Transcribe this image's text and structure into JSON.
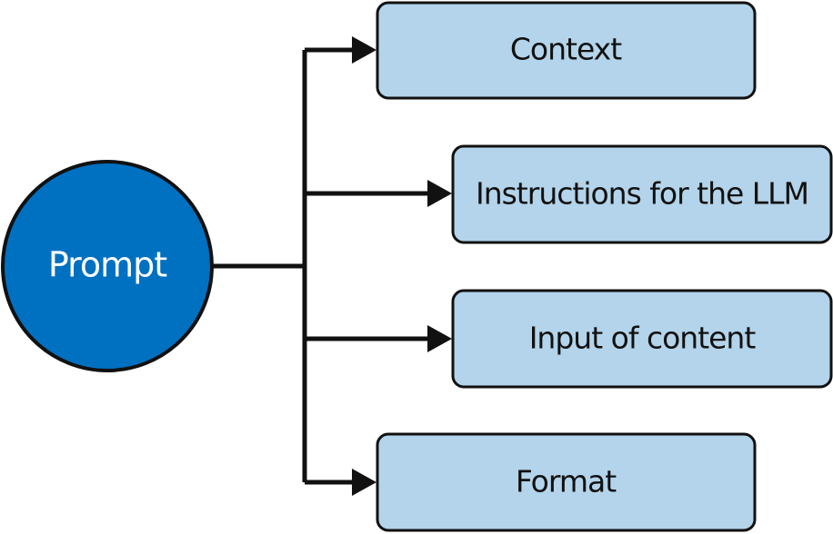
{
  "center": {
    "label": "Prompt",
    "color": "#0070c0"
  },
  "components": [
    {
      "label": "Context"
    },
    {
      "label": "Instructions for the LLM"
    },
    {
      "label": "Input of content"
    },
    {
      "label": "Format"
    }
  ],
  "box_fill": "#b3d4ea",
  "stroke": "#111111"
}
